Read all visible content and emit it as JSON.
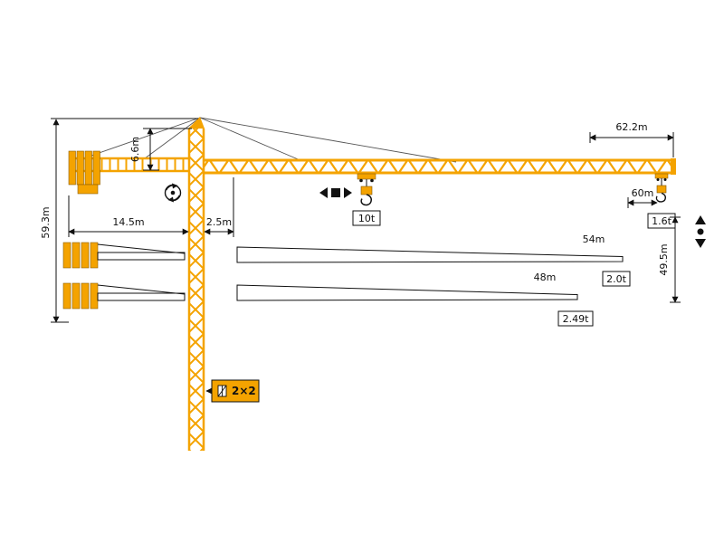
{
  "diagram": {
    "title": "tower-crane-specification-diagram",
    "colors": {
      "crane": "#F4A300",
      "line": "#111111",
      "background": "#FFFFFF"
    },
    "dimensions": {
      "jib_length": "62.2m",
      "head_height": "6.6m",
      "tower_height": "59.3m",
      "counter_jib_length": "14.5m",
      "tower_offset": "2.5m",
      "max_radius": "60m",
      "hook_height": "49.5m"
    },
    "capacities": {
      "max_load": "10t",
      "tip_load": "1.6t"
    },
    "jib_options": [
      {
        "length": "54m",
        "tip_load": "2.0t"
      },
      {
        "length": "48m",
        "tip_load": "2.49t"
      }
    ],
    "reeving": "2×2",
    "icons": {
      "slewing": "slewing-rotation-icon",
      "trolley": "trolley-travel-icon",
      "hoist": "hoist-up-down-icon",
      "hook": "hook-icon",
      "reeving": "rope-reeving-icon"
    }
  }
}
